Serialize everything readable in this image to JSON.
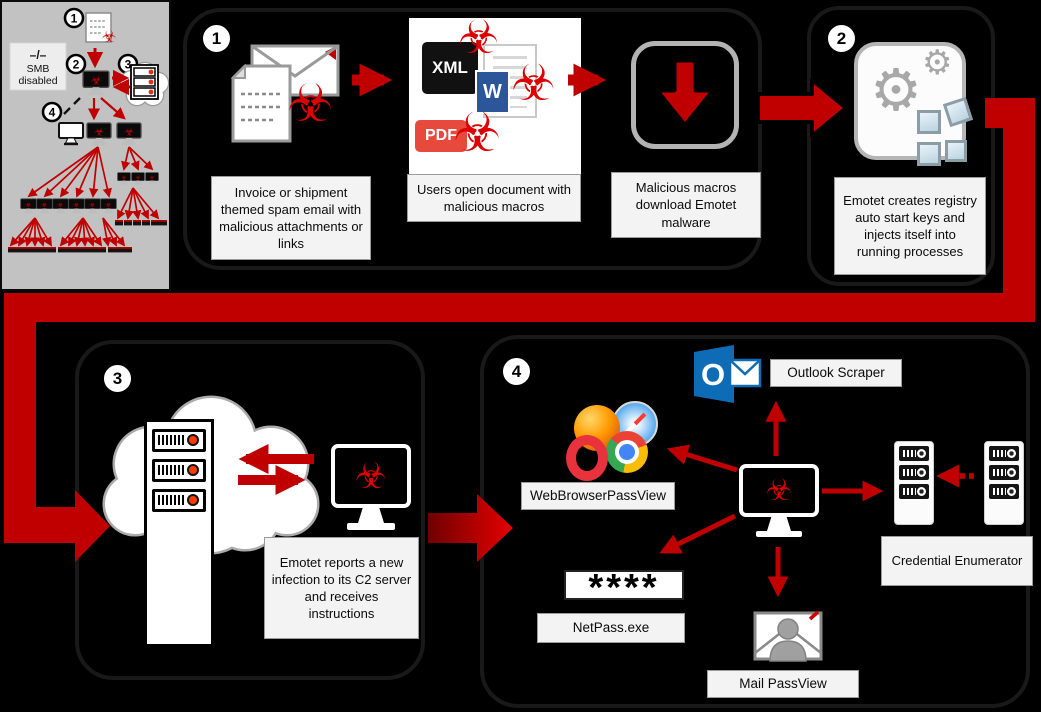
{
  "overview": {
    "smb_dash": "–/–",
    "smb_line1": "SMB",
    "smb_line2": "disabled",
    "steps": [
      "1",
      "2",
      "3",
      "4"
    ]
  },
  "panel1": {
    "badge": "1",
    "doc_xml": "XML",
    "doc_word": "W",
    "doc_pdf": "PDF",
    "caption_email": "Invoice or shipment themed spam email with malicious attachments or links",
    "caption_docs": "Users open document with malicious macros",
    "caption_download": "Malicious macros download Emotet malware"
  },
  "panel2": {
    "badge": "2",
    "caption": "Emotet creates registry auto start keys and injects itself into running processes"
  },
  "panel3": {
    "badge": "3",
    "caption": "Emotet reports a new infection to its C2 server and receives instructions"
  },
  "panel4": {
    "badge": "4",
    "outlook_letter": "O",
    "outlook_label": "Outlook Scraper",
    "webbrowser_label": "WebBrowserPassView",
    "netpass_stars": "****",
    "netpass_label": "NetPass.exe",
    "mailpass_label": "Mail PassView",
    "credential_label": "Credential Enumerator"
  },
  "icons": {
    "biohazard": "☣",
    "gear_large": "⚙",
    "gear_small": "⚙"
  },
  "colors": {
    "flow_red": "#c00000",
    "biohazard_red": "#dd0000",
    "panel_black": "#000000",
    "overview_gray": "#c2c2c2",
    "caption_bg": "#f3f3f3",
    "outlook_blue": "#0d6cb5",
    "word_blue": "#2b579a",
    "pdf_red": "#e8493d"
  }
}
